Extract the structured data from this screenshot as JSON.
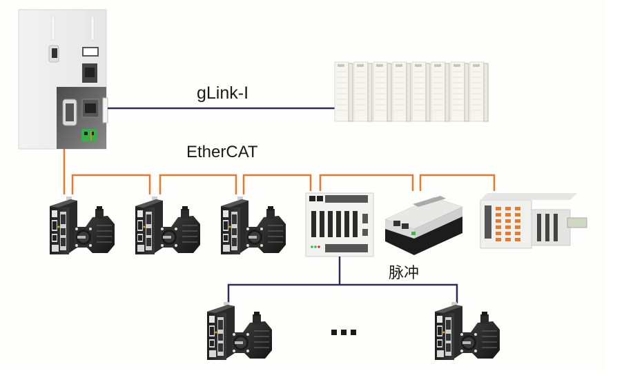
{
  "diagram": {
    "colors": {
      "ethercat_line": "#e8782a",
      "glink_line": "#2e2a5c",
      "pulse_line": "#2e2a5c",
      "label_text": "#1a1a1a",
      "background": "#fefefd"
    },
    "labels": {
      "glink": "gLink-I",
      "ethercat": "EtherCAT",
      "pulse": "脉冲",
      "ellipsis": "■■■"
    },
    "nodes": [
      {
        "id": "controller",
        "type": "motion-controller"
      },
      {
        "id": "io-rack",
        "type": "remote-io-modules",
        "module_count": 8
      },
      {
        "id": "servo-1",
        "type": "servo-drive-motor"
      },
      {
        "id": "servo-2",
        "type": "servo-drive-motor"
      },
      {
        "id": "servo-3",
        "type": "servo-drive-motor"
      },
      {
        "id": "pulse-module",
        "type": "ethercat-pulse-module"
      },
      {
        "id": "plc-io",
        "type": "compact-io-module"
      },
      {
        "id": "slice-io",
        "type": "slice-io-module"
      },
      {
        "id": "pulse-servo-1",
        "type": "servo-drive-motor"
      },
      {
        "id": "pulse-servo-n",
        "type": "servo-drive-motor"
      }
    ],
    "links": [
      {
        "from": "controller",
        "to": "io-rack",
        "bus": "gLink-I"
      },
      {
        "from": "controller",
        "to": "servo-1",
        "bus": "EtherCAT"
      },
      {
        "from": "servo-1",
        "to": "servo-2",
        "bus": "EtherCAT"
      },
      {
        "from": "servo-2",
        "to": "servo-3",
        "bus": "EtherCAT"
      },
      {
        "from": "servo-3",
        "to": "pulse-module",
        "bus": "EtherCAT"
      },
      {
        "from": "pulse-module",
        "to": "plc-io",
        "bus": "EtherCAT"
      },
      {
        "from": "plc-io",
        "to": "slice-io",
        "bus": "EtherCAT"
      },
      {
        "from": "pulse-module",
        "to": "pulse-servo-1",
        "bus": "脉冲"
      },
      {
        "from": "pulse-module",
        "to": "pulse-servo-n",
        "bus": "脉冲"
      }
    ]
  }
}
